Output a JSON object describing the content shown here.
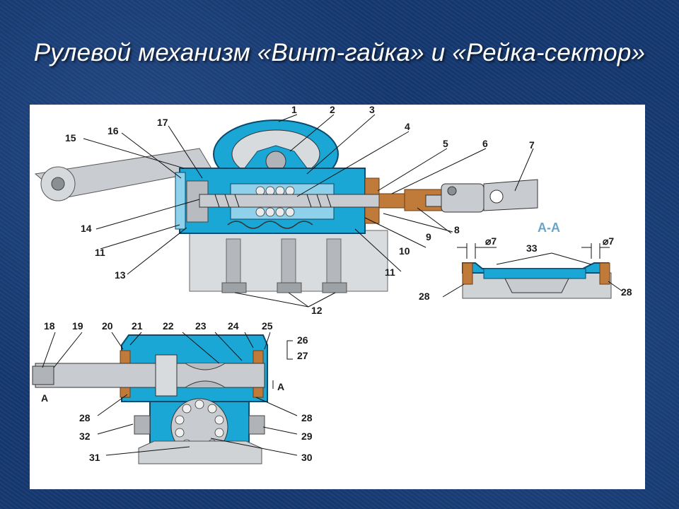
{
  "title": "Рулевой механизм «Винт-гайка» и «Рейка-сектор»",
  "colors": {
    "background": "#163a73",
    "housing": "#1aa7d6",
    "metal": "#b8bcc0",
    "gasket": "#c07a3a"
  },
  "diagram": {
    "callouts": {
      "n1": "1",
      "n2": "2",
      "n3": "3",
      "n4": "4",
      "n5": "5",
      "n6": "6",
      "n7": "7",
      "n8": "8",
      "n9": "9",
      "n10": "10",
      "n11a": "11",
      "n11b": "11",
      "n12": "12",
      "n13": "13",
      "n14": "14",
      "n15": "15",
      "n16": "16",
      "n17": "17",
      "n18": "18",
      "n19": "19",
      "n20": "20",
      "n21": "21",
      "n22": "22",
      "n23": "23",
      "n24": "24",
      "n25": "25",
      "n26": "26",
      "n27": "27",
      "n28a": "28",
      "n28b": "28",
      "n28c": "28",
      "n28d": "28",
      "n29": "29",
      "n30": "30",
      "n31": "31",
      "n32": "32",
      "n33": "33"
    },
    "section_label": "А-А",
    "dim_left": "⌀7",
    "dim_right": "⌀7",
    "arrow_label_left": "А",
    "arrow_label_right": "А"
  }
}
